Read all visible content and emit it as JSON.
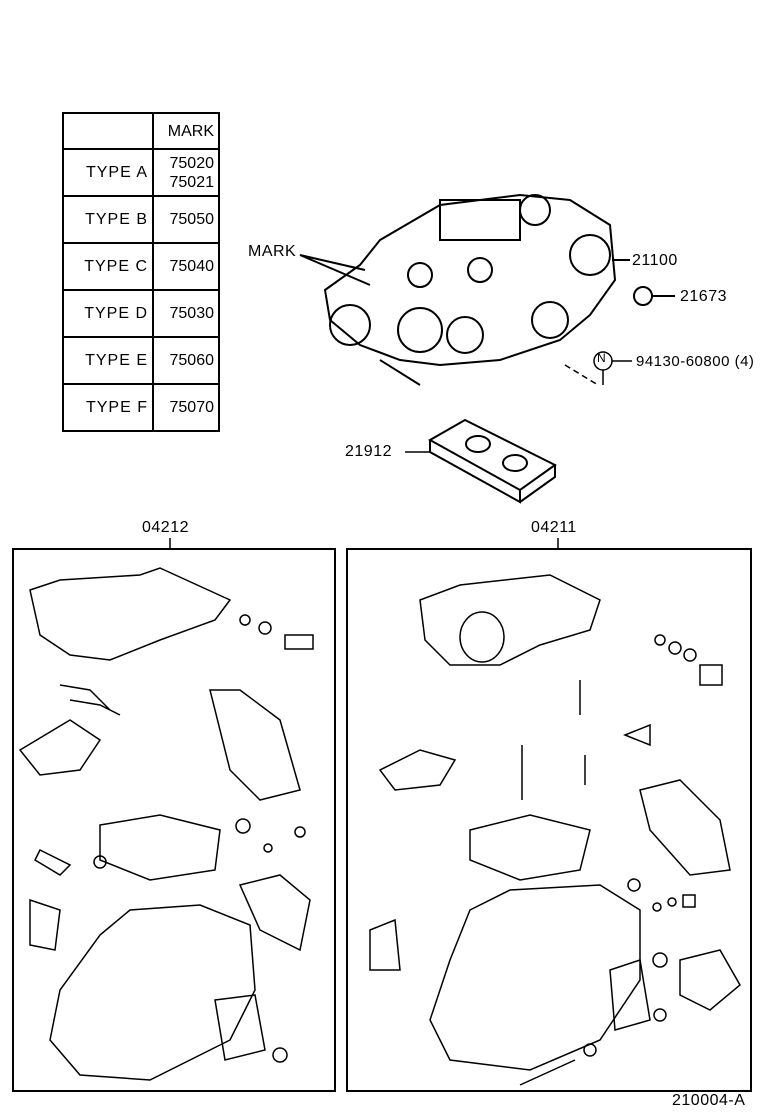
{
  "type_table": {
    "header": "MARK",
    "rows": [
      {
        "type": "TYPE  A",
        "mark": "75020",
        "mark2": "75021"
      },
      {
        "type": "TYPE  B",
        "mark": "75050"
      },
      {
        "type": "TYPE  C",
        "mark": "75040"
      },
      {
        "type": "TYPE  D",
        "mark": "75030"
      },
      {
        "type": "TYPE  E",
        "mark": "75060"
      },
      {
        "type": "TYPE  F",
        "mark": "75070"
      }
    ]
  },
  "callouts": {
    "mark": "MARK",
    "carburetor": "21100",
    "nut": "21673",
    "nut_symbol": "N",
    "part_nut": "94130-60800 (4)",
    "gasket": "21912",
    "kit_left": "04212",
    "kit_right": "04211"
  },
  "figure_id": "210004-A"
}
